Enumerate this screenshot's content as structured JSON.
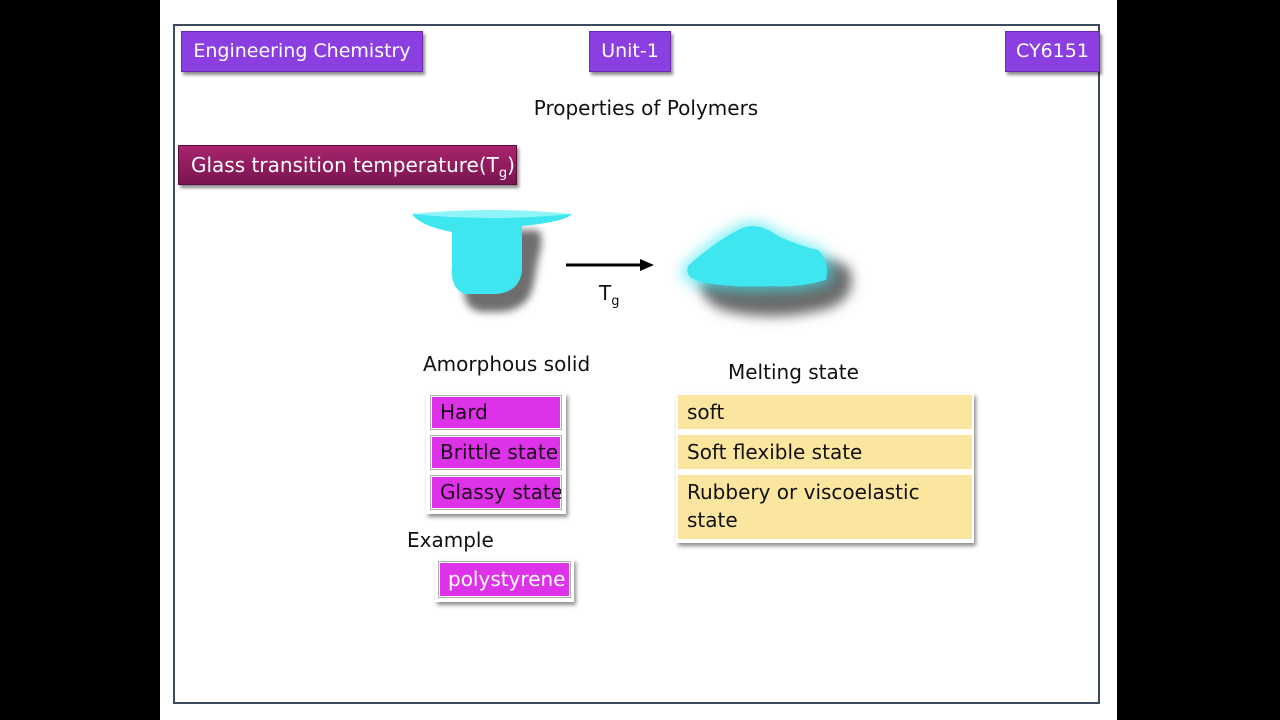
{
  "header": {
    "subject": "Engineering Chemistry",
    "unit": "Unit-1",
    "code": "CY6151"
  },
  "title": "Properties of Polymers",
  "topic": {
    "text": "Glass transition temperature(T",
    "sub": "g",
    "close": ")"
  },
  "diagram": {
    "arrow_label": "T",
    "arrow_sub": "g"
  },
  "amorphous": {
    "heading": "Amorphous solid",
    "items": [
      "Hard",
      "Brittle state",
      "Glassy state"
    ]
  },
  "melting": {
    "heading": "Melting state",
    "items": [
      "soft",
      "Soft flexible state",
      "Rubbery or viscoelastic state"
    ]
  },
  "example": {
    "heading": "Example",
    "value": "polystyrene"
  },
  "colors": {
    "header_tag": "#8b3fe0",
    "topic_tag": "#9a1f62",
    "amorphous_box": "#de32e8",
    "melting_box": "#fbe6a0",
    "blob": "#3ee6ef"
  }
}
